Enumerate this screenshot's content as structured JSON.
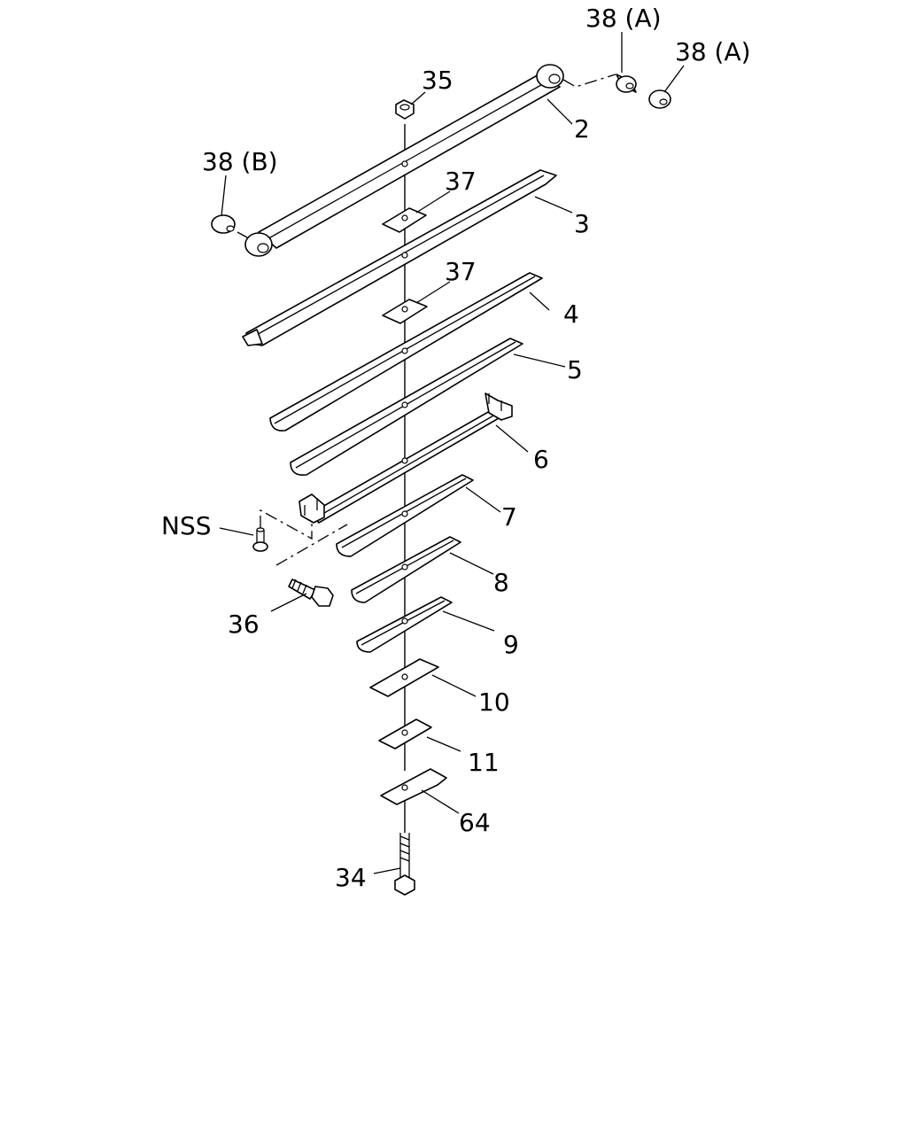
{
  "diagram": {
    "type": "exploded parts diagram",
    "callouts": {
      "p38a_top": "38 (A)",
      "p38a_right": "38 (A)",
      "p38b": "38 (B)",
      "p35": "35",
      "p2": "2",
      "p37_upper": "37",
      "p3": "3",
      "p37_lower": "37",
      "p4": "4",
      "p5": "5",
      "p6": "6",
      "p7": "7",
      "nss": "NSS",
      "p8": "8",
      "p36": "36",
      "p9": "9",
      "p10": "10",
      "p11": "11",
      "p64": "64",
      "p34": "34"
    }
  }
}
